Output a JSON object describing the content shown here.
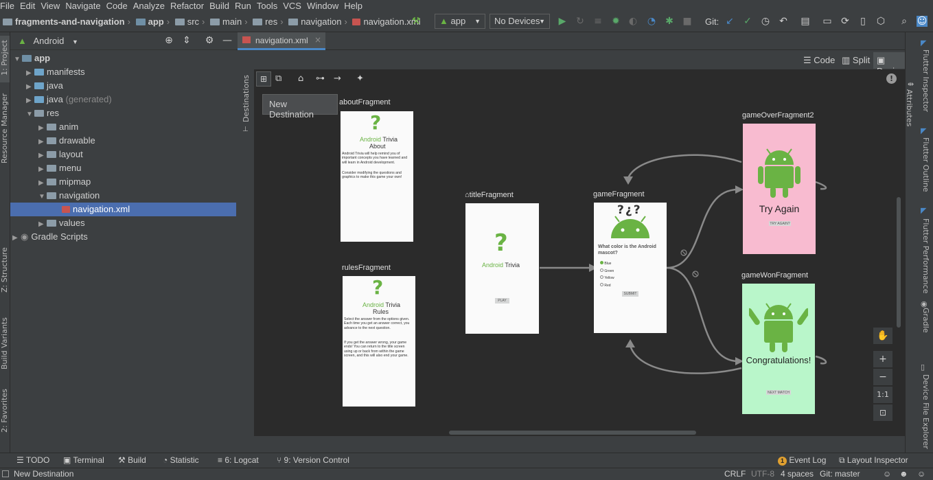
{
  "menu": [
    "File",
    "Edit",
    "View",
    "Navigate",
    "Code",
    "Analyze",
    "Refactor",
    "Build",
    "Run",
    "Tools",
    "VCS",
    "Window",
    "Help"
  ],
  "breadcrumb": {
    "project": "fragments-and-navigation",
    "items": [
      "app",
      "src",
      "main",
      "res",
      "navigation",
      "navigation.xml"
    ]
  },
  "toolbar": {
    "run_config": "app",
    "device": "No Devices",
    "git_label": "Git:"
  },
  "left_strip": [
    "1: Project",
    "Resource Manager",
    "Z: Structure",
    "Build Variants",
    "2: Favorites"
  ],
  "project_panel": {
    "view_mode": "Android",
    "tree": [
      {
        "label": "app",
        "level": 0,
        "expanded": true
      },
      {
        "label": "manifests",
        "level": 1,
        "expanded": false
      },
      {
        "label": "java",
        "level": 1,
        "expanded": false
      },
      {
        "label": "java",
        "suffix": "(generated)",
        "level": 1,
        "expanded": false
      },
      {
        "label": "res",
        "level": 1,
        "expanded": true
      },
      {
        "label": "anim",
        "level": 2,
        "expanded": false
      },
      {
        "label": "drawable",
        "level": 2,
        "expanded": false
      },
      {
        "label": "layout",
        "level": 2,
        "expanded": false
      },
      {
        "label": "menu",
        "level": 2,
        "expanded": false
      },
      {
        "label": "mipmap",
        "level": 2,
        "expanded": false
      },
      {
        "label": "navigation",
        "level": 2,
        "expanded": true
      },
      {
        "label": "navigation.xml",
        "level": 3,
        "selected": true
      },
      {
        "label": "values",
        "level": 2,
        "expanded": false
      },
      {
        "label": "Gradle Scripts",
        "level": 0,
        "expanded": false
      }
    ]
  },
  "editor": {
    "tab": "navigation.xml",
    "modes": [
      "Code",
      "Split",
      "Design"
    ],
    "active_mode": "Design",
    "destinations_label": "Destinations",
    "tooltip": "New Destination"
  },
  "fragments": {
    "about": {
      "label": "aboutFragment",
      "title_green": "Android",
      "title_dark": "Trivia",
      "subtitle": "About",
      "text1": "Android Trivia will help remind you of important concepts you have learned and will learn in Android development.",
      "text2": "Consider modifying the questions and graphics to make this game your own!"
    },
    "rules": {
      "label": "rulesFragment",
      "title_green": "Android",
      "title_dark": "Trivia",
      "subtitle": "Rules",
      "text1": "Select the answer from the options given. Each time you get an answer correct, you advance to the next question.",
      "text2": "If you get the answer wrong, your game ends! You can return to the title screen using up or back from within the game screen, and this will also end your game."
    },
    "title": {
      "label": "titleFragment",
      "title_green": "Android",
      "title_dark": "Trivia",
      "button": "PLAY"
    },
    "game": {
      "label": "gameFragment",
      "question": "What color is the Android mascot?",
      "options": [
        "Blue",
        "Green",
        "Yellow",
        "Red"
      ],
      "button": "SUBMIT"
    },
    "gameOver": {
      "label": "gameOverFragment2",
      "text": "Try Again",
      "button": "TRY AGAIN?",
      "bg": "#f8bbd0"
    },
    "gameWon": {
      "label": "gameWonFragment",
      "text": "Congratulations!",
      "button": "NEXT MATCH",
      "bg": "#b9f6ca"
    }
  },
  "zoom": {
    "fit_label": "1:1"
  },
  "right_strip": [
    "Flutter Inspector",
    "Attributes",
    "Flutter Outline",
    "Flutter Performance",
    "Gradle",
    "Device File Explorer"
  ],
  "tool_windows": [
    "TODO",
    "Terminal",
    "Build",
    "Statistic",
    "6: Logcat",
    "9: Version Control",
    "Event Log",
    "Layout Inspector"
  ],
  "event_log_count": "1",
  "status": {
    "message": "New Destination",
    "line_sep": "CRLF",
    "encoding": "UTF-8",
    "indent": "4 spaces",
    "git": "Git: master"
  },
  "colors": {
    "android_green": "#6ab344",
    "selection": "#4b6eaf",
    "accent": "#4a88c7"
  }
}
